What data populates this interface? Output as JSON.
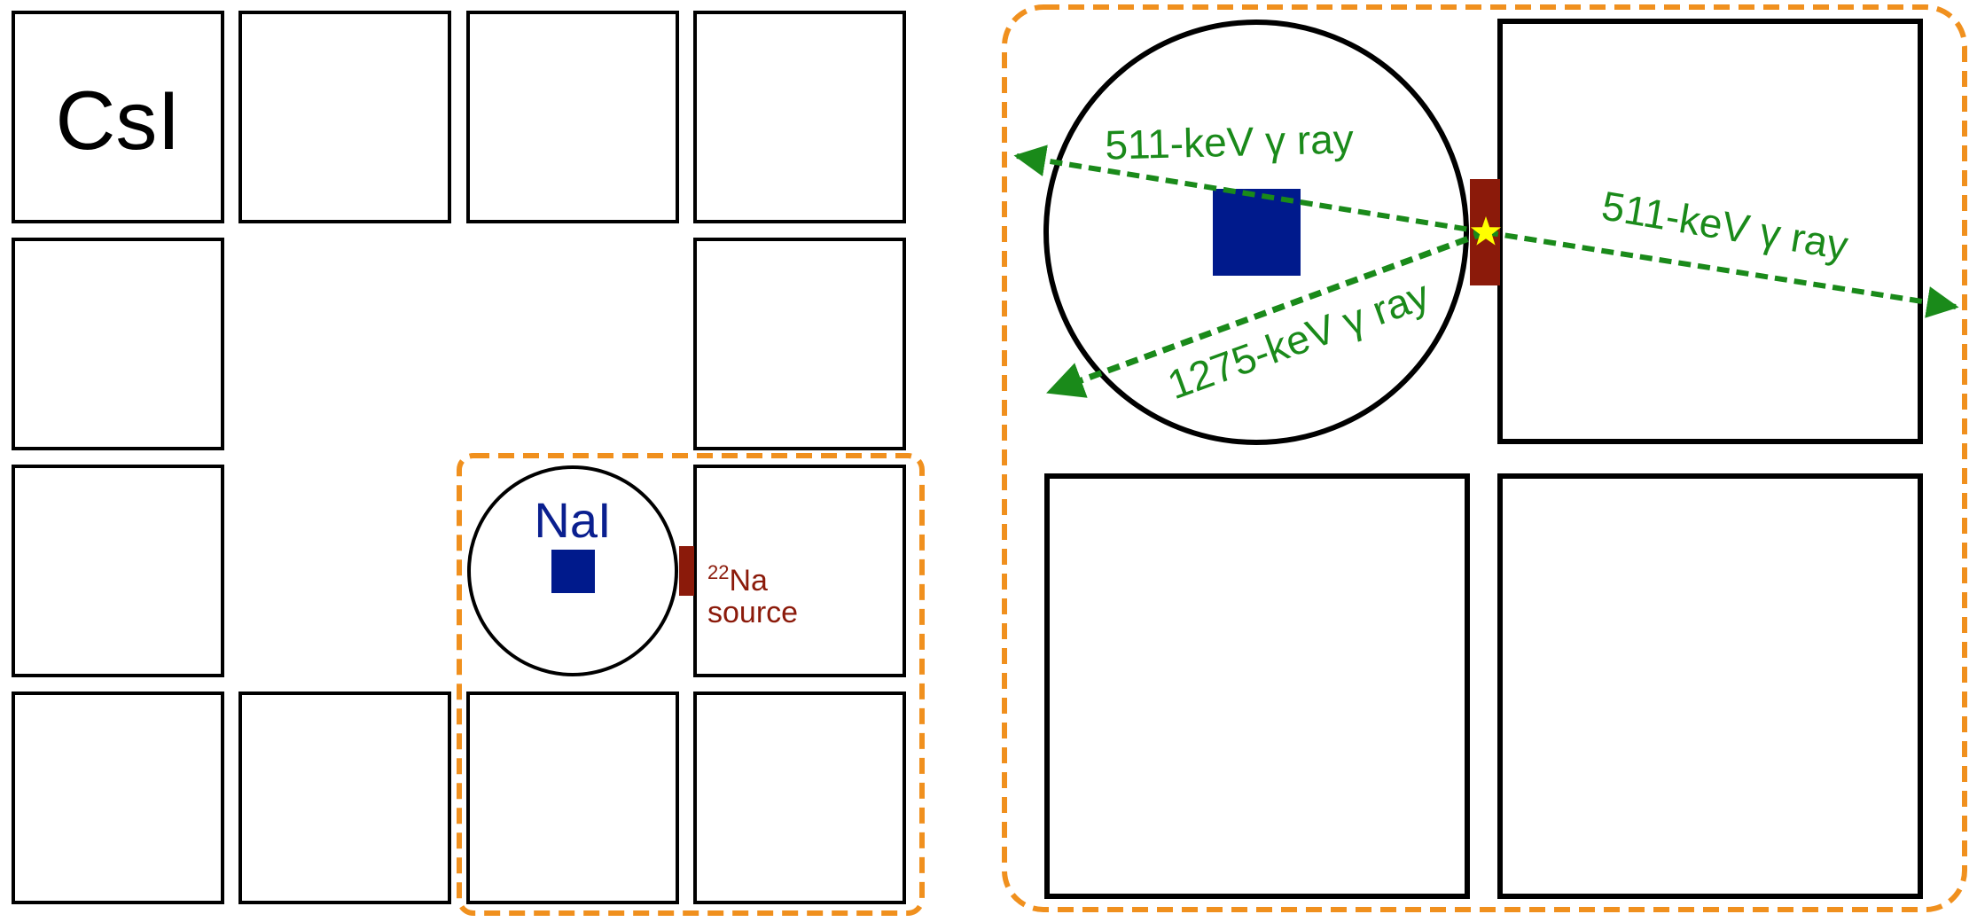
{
  "labels": {
    "csi": "CsI",
    "nai": "NaI",
    "source_isotope_mass": "22",
    "source_isotope_symbol": "Na",
    "source_word": "source",
    "gamma_511_upper": "511-keV γ ray",
    "gamma_511_right": "511-keV γ ray",
    "gamma_1275": "1275-keV γ ray"
  },
  "colors": {
    "outline": "#000000",
    "highlight_box": "#f0901e",
    "nai_crystal": "#001a8c",
    "nai_text": "#0a1f8f",
    "source": "#8b1a0a",
    "gamma_ray": "#1a8a1a",
    "annihilation_star": "#ffff00"
  }
}
